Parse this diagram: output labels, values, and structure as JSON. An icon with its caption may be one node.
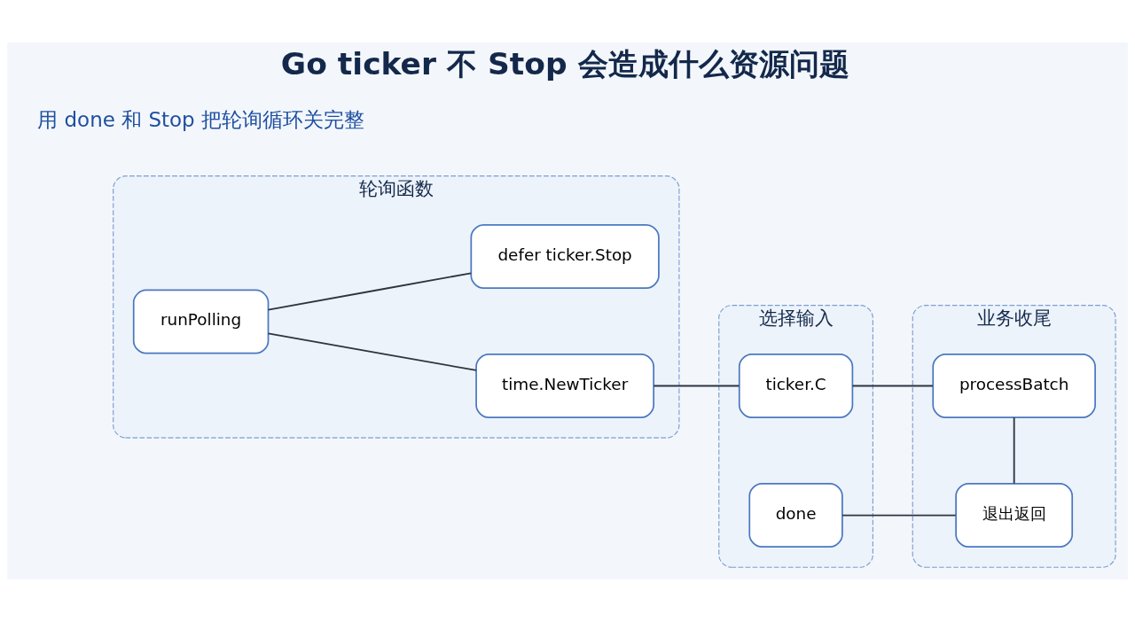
{
  "diagram": {
    "title": "Go ticker 不 Stop 会造成什么资源问题",
    "nodes": [
      {
        "text": [
          "轮询函数"
        ]
      },
      {
        "text": [
          "runPolling"
        ],
        "in": 0
      },
      {
        "text": [
          "time.NewTicker"
        ],
        "in": 0
      },
      {
        "text": [
          "defer ticker.Stop"
        ],
        "in": 0
      },
      {
        "text": [
          "选择输入"
        ]
      },
      {
        "text": [
          "ticker.C"
        ],
        "in": 4
      },
      {
        "text": [
          "done"
        ],
        "in": 4
      },
      {
        "text": [
          "业务收尾"
        ]
      },
      {
        "text": [
          "processBatch"
        ],
        "in": 7
      },
      {
        "text": [
          "退出返回"
        ],
        "in": 7
      }
    ],
    "edges": [
      {
        "from": 1,
        "to": 2,
        "arrow": "none"
      },
      {
        "from": 1,
        "to": 3,
        "arrow": "none"
      },
      {
        "from": 2,
        "to": 5,
        "arrow": "none"
      },
      {
        "from": 5,
        "to": 8,
        "arrow": "none"
      },
      {
        "from": 8,
        "to": 9,
        "arrow": "none"
      },
      {
        "from": 6,
        "to": 9,
        "arrow": "none"
      }
    ],
    "labels": [
      "用 done 和 Stop 把轮询循环关完整"
    ]
  }
}
